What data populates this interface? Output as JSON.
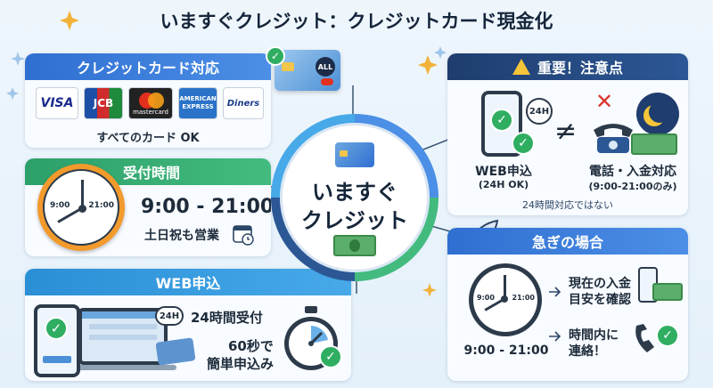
{
  "header": {
    "title": "いますぐクレジット：クレジットカード現金化"
  },
  "card_panel": {
    "title": "クレジットカード対応",
    "card_badge": "ALL",
    "brands": [
      "VISA",
      "JCB",
      "mastercard",
      "AMERICAN EXPRESS",
      "Diners"
    ],
    "caption": "すべてのカード OK"
  },
  "hours_panel": {
    "title": "受付時間",
    "clock_left": "9:00",
    "clock_right": "21:00",
    "hours": "9:00 - 21:00",
    "note": "土日祝も営業"
  },
  "web_panel": {
    "title": "WEB申込",
    "badge": "24H",
    "line1": "24時間受付",
    "line2a": "60秒で",
    "line2b": "簡単申込み"
  },
  "center": {
    "line1": "いますぐ",
    "line2": "クレジット"
  },
  "notice_panel": {
    "title": "重要！注意点",
    "badge": "24H",
    "neq": "≠",
    "left_label": "WEB申込",
    "left_sub": "(24H OK)",
    "right_label": "電話・入金対応",
    "right_sub": "(9:00-21:00のみ)",
    "footnote": "24時間対応ではない"
  },
  "urgent_panel": {
    "title": "急ぎの場合",
    "clock_left": "9:00",
    "clock_right": "21:00",
    "hours": "9:00 - 21:00",
    "item1a": "現在の入金",
    "item1b": "目安を確認",
    "item2a": "時間内に",
    "item2b": "連絡！"
  },
  "colors": {
    "blue": "#2f6fd1",
    "green": "#2da06a",
    "navy": "#1f3d6e",
    "check": "#2fae62",
    "clock": "#f39a2c"
  }
}
